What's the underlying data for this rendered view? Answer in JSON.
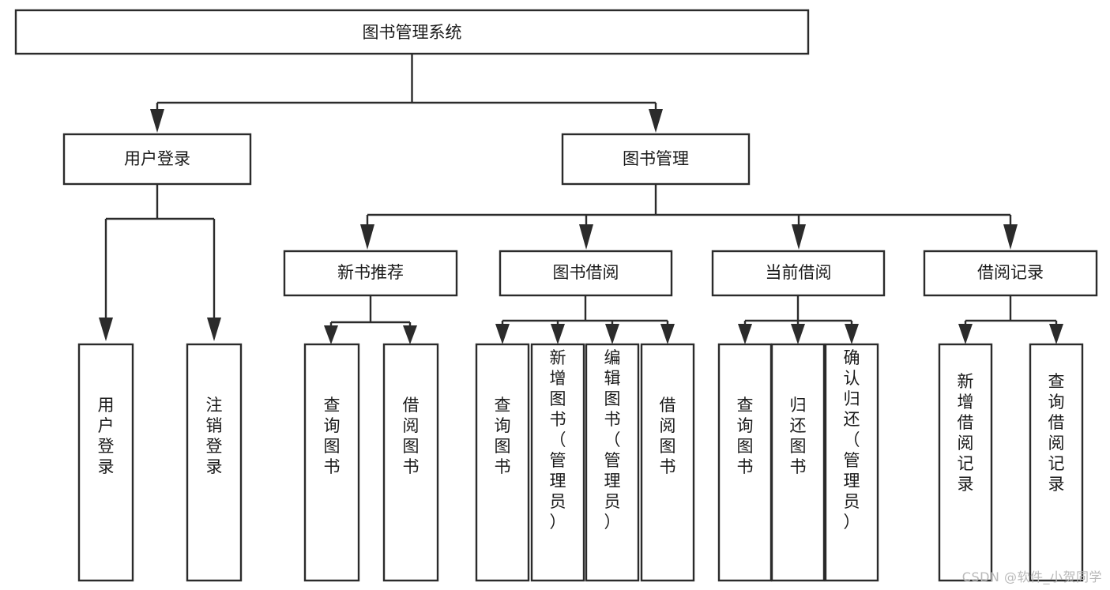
{
  "diagram": {
    "title": "图书管理系统",
    "type": "tree",
    "watermark": "CSDN @软件_小贺同学",
    "colors": {
      "stroke": "#2b2b2b",
      "fill": "#ffffff",
      "text": "#1a1a1a",
      "watermark": "#b9b9b9",
      "background": "#ffffff"
    },
    "levels": {
      "root": "图书管理系统",
      "level2": [
        "用户登录",
        "图书管理"
      ],
      "level3": [
        "新书推荐",
        "图书借阅",
        "当前借阅",
        "借阅记录"
      ],
      "level4": [
        "用户登录",
        "注销登录",
        "查询图书",
        "借阅图书",
        "查询图书",
        "新增图书（管理员）",
        "编辑图书（管理员）",
        "借阅图书",
        "查询图书",
        "归还图书",
        "确认归还（管理员）",
        "新增借阅记录",
        "查询借阅记录"
      ]
    },
    "nodes": {
      "root": {
        "label": "图书管理系统"
      },
      "user_login": {
        "label": "用户登录"
      },
      "book_manage": {
        "label": "图书管理"
      },
      "new_book_rec": {
        "label": "新书推荐"
      },
      "book_borrow": {
        "label": "图书借阅"
      },
      "current_borrow": {
        "label": "当前借阅"
      },
      "borrow_record": {
        "label": "借阅记录"
      },
      "leaf_user_login": {
        "label": "用户登录"
      },
      "leaf_user_logout": {
        "label": "注销登录"
      },
      "leaf_query_book_1": {
        "label": "查询图书"
      },
      "leaf_borrow_book_1": {
        "label": "借阅图书"
      },
      "leaf_query_book_2": {
        "label": "查询图书"
      },
      "leaf_add_book": {
        "label": "新增图书（管理员）"
      },
      "leaf_edit_book": {
        "label": "编辑图书（管理员）"
      },
      "leaf_borrow_book_2": {
        "label": "借阅图书"
      },
      "leaf_query_book_3": {
        "label": "查询图书"
      },
      "leaf_return_book": {
        "label": "归还图书"
      },
      "leaf_confirm_return": {
        "label": "确认归还（管理员）"
      },
      "leaf_add_record": {
        "label": "新增借阅记录"
      },
      "leaf_query_record": {
        "label": "查询借阅记录"
      }
    },
    "edges": [
      {
        "from": "root",
        "to": "user_login"
      },
      {
        "from": "root",
        "to": "book_manage"
      },
      {
        "from": "user_login",
        "to": "leaf_user_login"
      },
      {
        "from": "user_login",
        "to": "leaf_user_logout"
      },
      {
        "from": "book_manage",
        "to": "new_book_rec"
      },
      {
        "from": "book_manage",
        "to": "book_borrow"
      },
      {
        "from": "book_manage",
        "to": "current_borrow"
      },
      {
        "from": "book_manage",
        "to": "borrow_record"
      },
      {
        "from": "new_book_rec",
        "to": "leaf_query_book_1"
      },
      {
        "from": "new_book_rec",
        "to": "leaf_borrow_book_1"
      },
      {
        "from": "book_borrow",
        "to": "leaf_query_book_2"
      },
      {
        "from": "book_borrow",
        "to": "leaf_add_book"
      },
      {
        "from": "book_borrow",
        "to": "leaf_edit_book"
      },
      {
        "from": "book_borrow",
        "to": "leaf_borrow_book_2"
      },
      {
        "from": "current_borrow",
        "to": "leaf_query_book_3"
      },
      {
        "from": "current_borrow",
        "to": "leaf_return_book"
      },
      {
        "from": "current_borrow",
        "to": "leaf_confirm_return"
      },
      {
        "from": "borrow_record",
        "to": "leaf_add_record"
      },
      {
        "from": "borrow_record",
        "to": "leaf_query_record"
      }
    ]
  }
}
